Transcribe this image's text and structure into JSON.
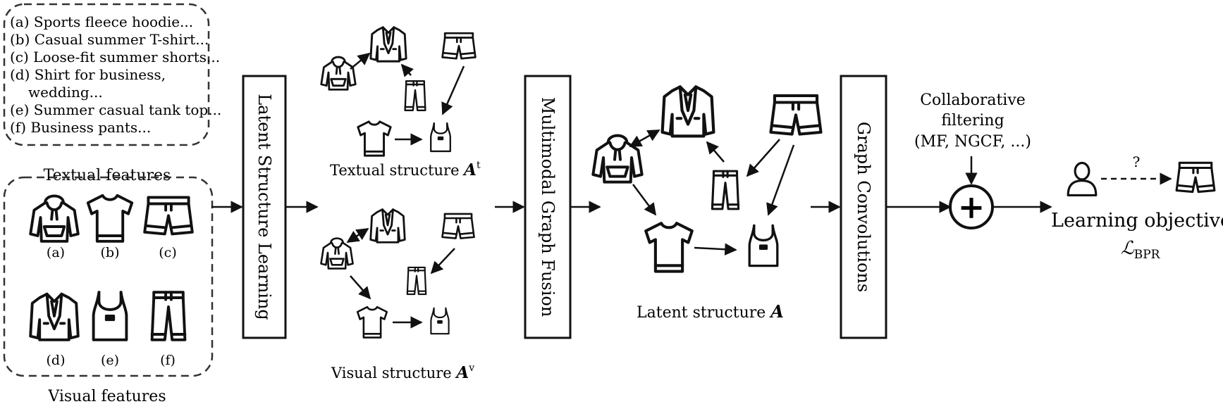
{
  "textual_features": {
    "items": [
      "(a) Sports fleece hoodie...",
      "(b) Casual summer T-shirt...",
      "(c) Loose-fit summer shorts...",
      "(d) Shirt for business,",
      "wedding...",
      "(e) Summer casual tank top...",
      "(f) Business pants..."
    ],
    "caption": "Textual features"
  },
  "visual_features": {
    "labels": [
      "(a)",
      "(b)",
      "(c)",
      "(d)",
      "(e)",
      "(f)"
    ],
    "caption": "Visual features"
  },
  "modules": {
    "latent_structure_learning": "Latent Structure Learning",
    "multimodal_graph_fusion": "Multimodal Graph Fusion",
    "graph_convolutions": "Graph Convolutions"
  },
  "structures": {
    "textual_prefix": "Textual structure ",
    "textual_symbol": "A",
    "textual_superscript": "t",
    "visual_prefix": "Visual structure ",
    "visual_symbol": "A",
    "visual_superscript": "v",
    "latent_prefix": "Latent structure ",
    "latent_symbol": "A"
  },
  "collaborative": {
    "line1": "Collaborative",
    "line2": "filtering",
    "line3": "(MF, NGCF, ...)",
    "operator": "+"
  },
  "objective": {
    "question": "?",
    "label": "Learning objective",
    "loss_symbol": "ℒ",
    "loss_subscript": "BPR"
  },
  "icons": [
    "hoodie-icon",
    "tshirt-icon",
    "shorts-icon",
    "blazer-icon",
    "tank-top-icon",
    "pants-icon",
    "user-icon"
  ]
}
